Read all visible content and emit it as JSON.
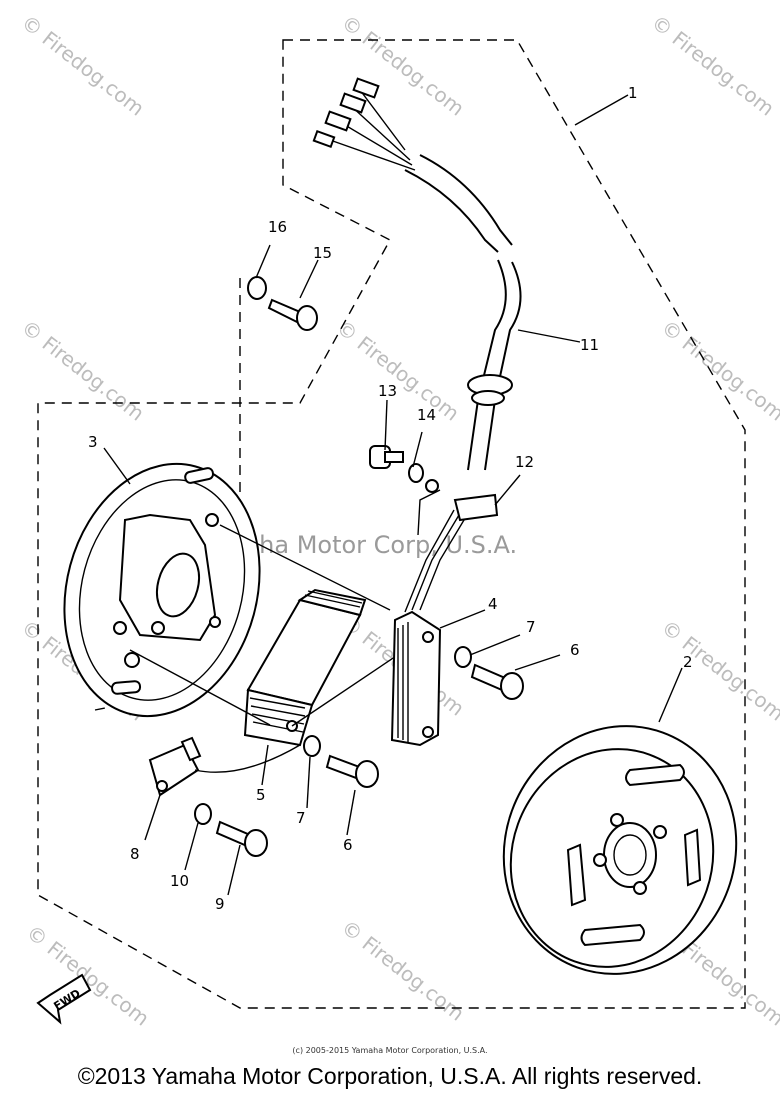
{
  "callouts": {
    "c1": "1",
    "c2": "2",
    "c3": "3",
    "c4": "4",
    "c5": "5",
    "c6a": "6",
    "c6b": "6",
    "c7a": "7",
    "c7b": "7",
    "c8": "8",
    "c9": "9",
    "c10": "10",
    "c11": "11",
    "c12": "12",
    "c13": "13",
    "c14": "14",
    "c15": "15",
    "c16": "16"
  },
  "fwd_label": "FWD",
  "watermark": {
    "site": "© Firedog.com",
    "center": "Yamaha Motor Corp, U.S.A."
  },
  "small_copyright": "(c) 2005-2015 Yamaha Motor Corporation, U.S.A.",
  "copyright": "©2013 Yamaha Motor Corporation, U.S.A. All rights reserved."
}
